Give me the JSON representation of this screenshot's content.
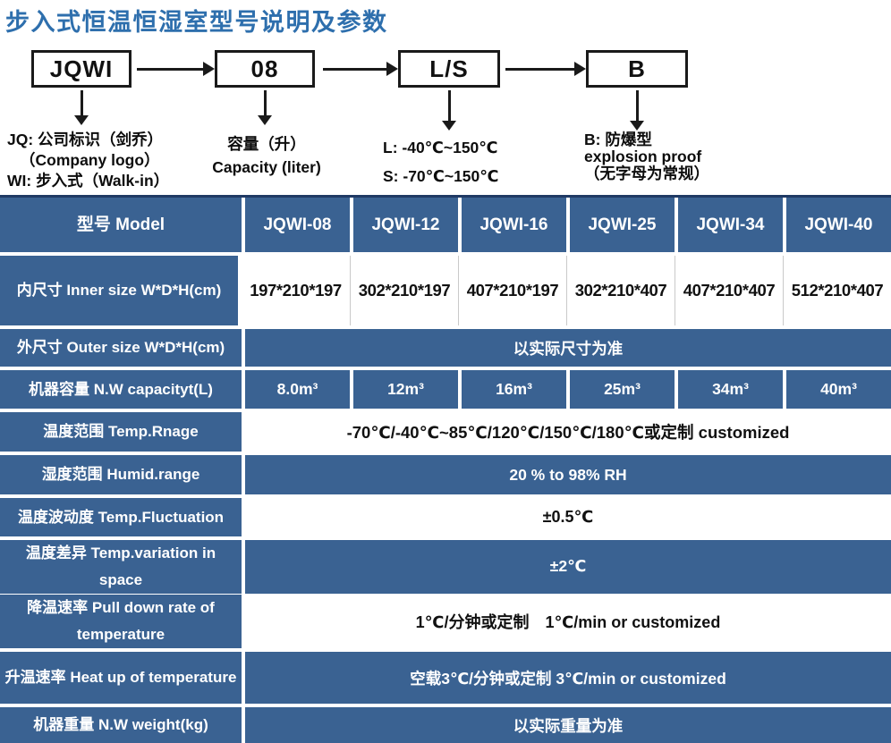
{
  "title": "步入式恒温恒湿室型号说明及参数",
  "colors": {
    "table_blue": "#3A6292",
    "dark_navy": "#203A64",
    "title_blue": "#2E6FAD",
    "line_gray": "#c9c9c9",
    "ink": "#111111"
  },
  "diagram": {
    "boxes": [
      {
        "label": "JQWI",
        "desc_lines": [
          "JQ: 公司标识（剑乔）",
          "（Company logo）",
          "WI: 步入式（Walk-in）"
        ]
      },
      {
        "label": "08",
        "desc_lines": [
          "容量（升）",
          "Capacity (liter)"
        ]
      },
      {
        "label": "L/S",
        "desc_lines": [
          "L: -40℃~150℃",
          "S: -70℃~150℃"
        ]
      },
      {
        "label": "B",
        "desc_lines": [
          "B: 防爆型",
          "explosion proof",
          "（无字母为常规）"
        ]
      }
    ]
  },
  "table": {
    "header": {
      "label": "型号 Model",
      "models": [
        "JQWI-08",
        "JQWI-12",
        "JQWI-16",
        "JQWI-25",
        "JQWI-34",
        "JQWI-40"
      ]
    },
    "rows": [
      {
        "label": "内尺寸 Inner size W*D*H(cm)",
        "type": "cells-white",
        "values": [
          "197*210*197",
          "302*210*197",
          "407*210*197",
          "302*210*407",
          "407*210*407",
          "512*210*407"
        ]
      },
      {
        "label": "外尺寸 Outer size W*D*H(cm)",
        "type": "merged-blue",
        "value": "以实际尺寸为准"
      },
      {
        "label": "机器容量 N.W capacityt(L)",
        "type": "cells-blue",
        "values": [
          "8.0m³",
          "12m³",
          "16m³",
          "25m³",
          "34m³",
          "40m³"
        ]
      },
      {
        "label": "温度范围 Temp.Rnage",
        "type": "merged-white",
        "value": "-70℃/-40℃~85℃/120℃/150℃/180℃或定制 customized"
      },
      {
        "label": "湿度范围 Humid.range",
        "type": "merged-blue",
        "value": "20 % to 98% RH"
      },
      {
        "label": "温度波动度 Temp.Fluctuation",
        "type": "merged-white",
        "value": "±0.5℃"
      },
      {
        "label": "温度差异 Temp.variation in space",
        "type": "merged-blue",
        "value": "±2℃"
      },
      {
        "label": "降温速率 Pull down rate of temperature",
        "type": "merged-white",
        "value": "1℃/分钟或定制　1℃/min or customized"
      },
      {
        "label": "升温速率 Heat up of temperature",
        "type": "merged-blue",
        "value": "空载3℃/分钟或定制 3℃/min or customized"
      },
      {
        "label": "机器重量 N.W weight(kg)",
        "type": "merged-blue",
        "value": "以实际重量为准"
      }
    ]
  }
}
